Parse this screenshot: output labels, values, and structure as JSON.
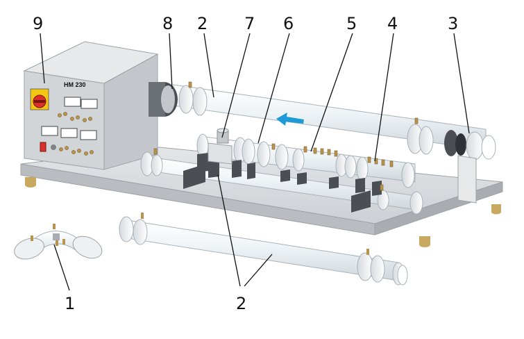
{
  "figure": {
    "panel_label": "HM 230",
    "callouts": [
      {
        "id": "c1",
        "label": "1"
      },
      {
        "id": "c2a",
        "label": "2"
      },
      {
        "id": "c2b",
        "label": "2"
      },
      {
        "id": "c3",
        "label": "3"
      },
      {
        "id": "c4",
        "label": "4"
      },
      {
        "id": "c5",
        "label": "5"
      },
      {
        "id": "c6",
        "label": "6"
      },
      {
        "id": "c7",
        "label": "7"
      },
      {
        "id": "c8",
        "label": "8"
      },
      {
        "id": "c9",
        "label": "9"
      }
    ]
  },
  "colors": {
    "base_top": "#d9dcdf",
    "base_front": "#b9bcc0",
    "housing": "#d2d5d8",
    "pipe": "#eef3f6",
    "flow_arrow": "#1e9ad8",
    "switch_red": "#d9302c",
    "switch_yellow": "#f3c613",
    "brass": "#b8944e",
    "dark_part": "#4b4f53"
  }
}
